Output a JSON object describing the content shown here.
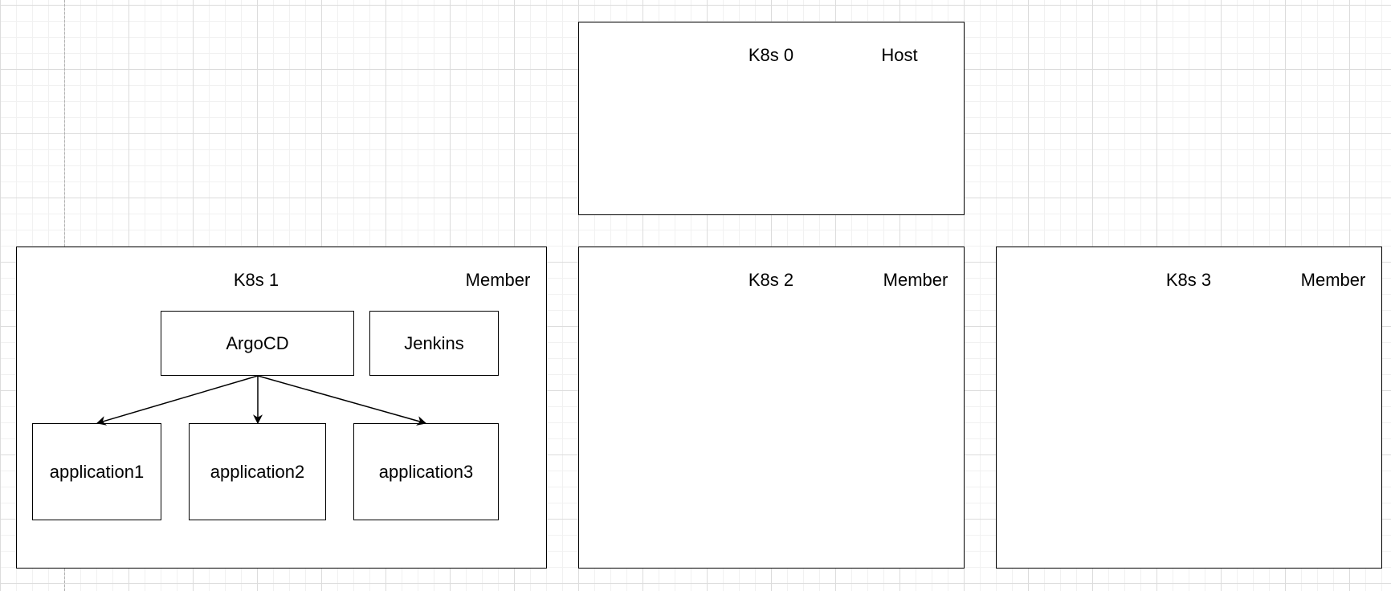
{
  "clusters": [
    {
      "name": "K8s 0",
      "role": "Host"
    },
    {
      "name": "K8s 1",
      "role": "Member"
    },
    {
      "name": "K8s 2",
      "role": "Member"
    },
    {
      "name": "K8s 3",
      "role": "Member"
    }
  ],
  "components": {
    "argocd": "ArgoCD",
    "jenkins": "Jenkins"
  },
  "applications": [
    "application1",
    "application2",
    "application3"
  ],
  "edges": [
    {
      "from": "ArgoCD",
      "to": "application1"
    },
    {
      "from": "ArgoCD",
      "to": "application2"
    },
    {
      "from": "ArgoCD",
      "to": "application3"
    }
  ],
  "colors": {
    "stroke": "#000000",
    "background": "#ffffff",
    "grid_major": "#dcdcdc",
    "grid_minor": "#f1f1f1"
  }
}
